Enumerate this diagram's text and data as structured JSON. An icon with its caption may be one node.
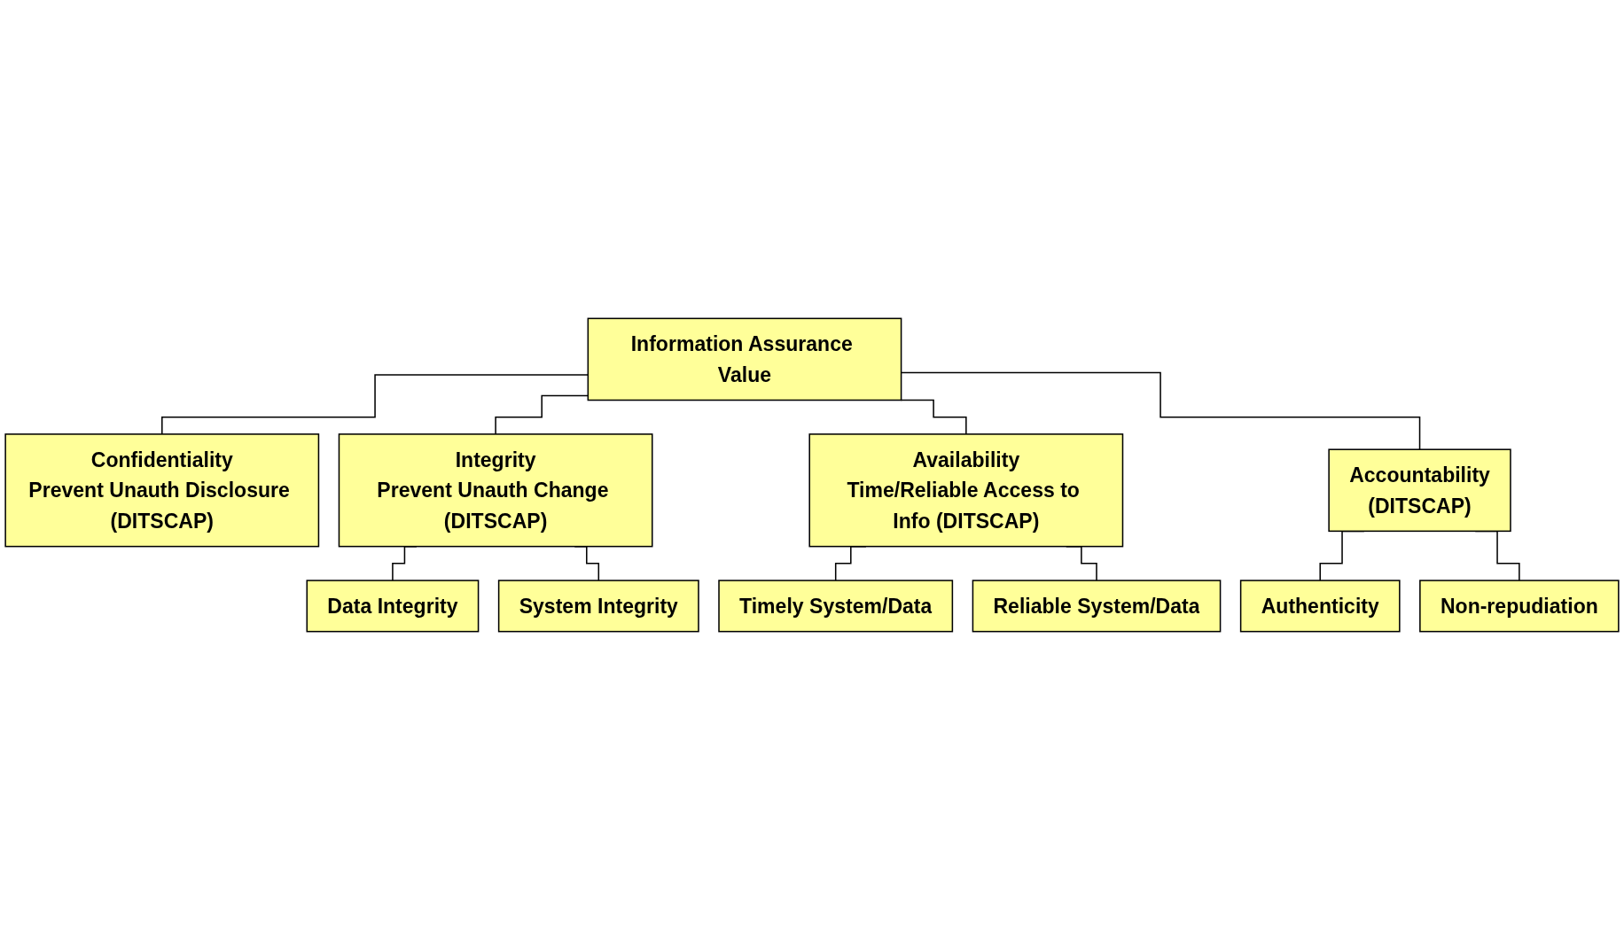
{
  "diagram": {
    "nodes": [
      {
        "text": [
          "Information Assurance Value"
        ]
      },
      {
        "text": [
          "Confidentiality",
          "Prevent Unauth Disclosure (DITSCAP)"
        ]
      },
      {
        "text": [
          "Integrity",
          "Prevent Unauth Change (DITSCAP)"
        ]
      },
      {
        "text": [
          "Availability",
          "Time/Reliable Access to Info (DITSCAP)"
        ]
      },
      {
        "text": [
          "Accountability",
          "(DITSCAP)"
        ]
      },
      {
        "text": [
          "Data Integrity"
        ]
      },
      {
        "text": [
          "System Integrity"
        ]
      },
      {
        "text": [
          "Timely System/Data"
        ]
      },
      {
        "text": [
          "Reliable System/Data"
        ]
      },
      {
        "text": [
          "Authenticity"
        ]
      },
      {
        "text": [
          "Non-repudiation"
        ]
      }
    ],
    "edges": [
      {
        "from": 0,
        "to": 1,
        "arrow": "none"
      },
      {
        "from": 0,
        "to": 2,
        "arrow": "none"
      },
      {
        "from": 0,
        "to": 3,
        "arrow": "none"
      },
      {
        "from": 0,
        "to": 4,
        "arrow": "none"
      },
      {
        "from": 2,
        "to": 5,
        "arrow": "none"
      },
      {
        "from": 2,
        "to": 6,
        "arrow": "none"
      },
      {
        "from": 3,
        "to": 7,
        "arrow": "none"
      },
      {
        "from": 3,
        "to": 8,
        "arrow": "none"
      },
      {
        "from": 4,
        "to": 9,
        "arrow": "none"
      },
      {
        "from": 4,
        "to": 10,
        "arrow": "none"
      }
    ]
  }
}
